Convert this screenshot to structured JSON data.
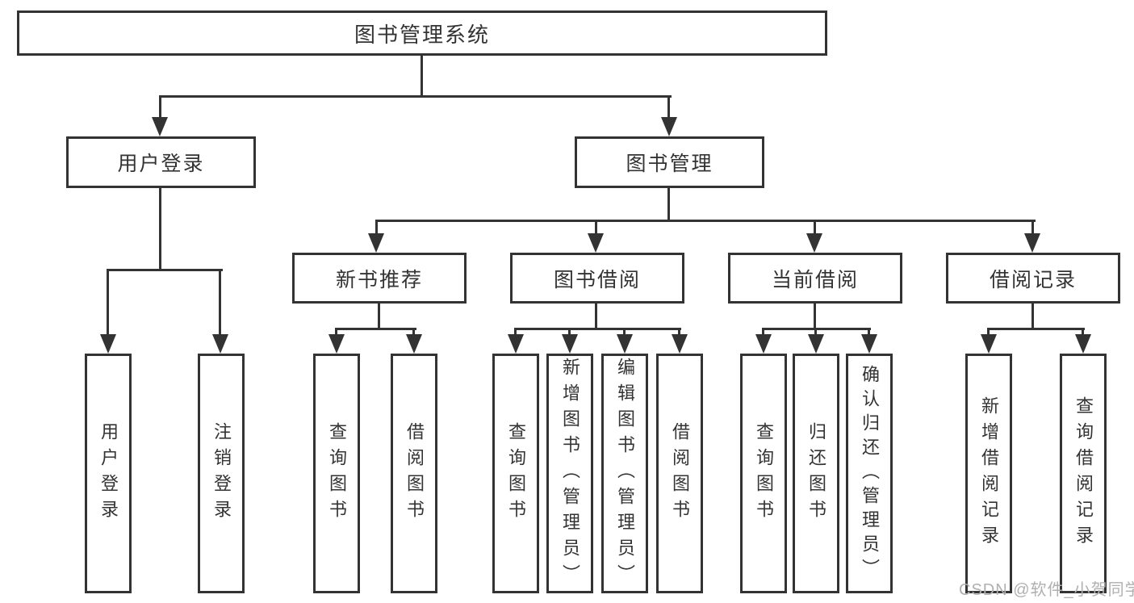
{
  "colors": {
    "line": "#333333",
    "box_border": "#333333",
    "text": "#333333",
    "watermark": "#b0b0b0",
    "background": "#ffffff"
  },
  "watermark": {
    "text": "CSDN @软件_小贺同学"
  },
  "diagram": {
    "type": "hierarchy-tree",
    "root": {
      "label": "图书管理系统",
      "children": [
        {
          "label": "用户登录",
          "leaves": [
            {
              "label": "用户登录"
            },
            {
              "label": "注销登录"
            }
          ]
        },
        {
          "label": "图书管理",
          "children": [
            {
              "label": "新书推荐",
              "leaves": [
                {
                  "label": "查询图书"
                },
                {
                  "label": "借阅图书"
                }
              ]
            },
            {
              "label": "图书借阅",
              "leaves": [
                {
                  "label": "查询图书"
                },
                {
                  "label": "新增图书（管理员）"
                },
                {
                  "label": "编辑图书（管理员）"
                },
                {
                  "label": "借阅图书"
                }
              ]
            },
            {
              "label": "当前借阅",
              "leaves": [
                {
                  "label": "查询图书"
                },
                {
                  "label": "归还图书"
                },
                {
                  "label": "确认归还（管理员）"
                }
              ]
            },
            {
              "label": "借阅记录",
              "leaves": [
                {
                  "label": "新增借阅记录"
                },
                {
                  "label": "查询借阅记录"
                }
              ]
            }
          ]
        }
      ]
    }
  }
}
